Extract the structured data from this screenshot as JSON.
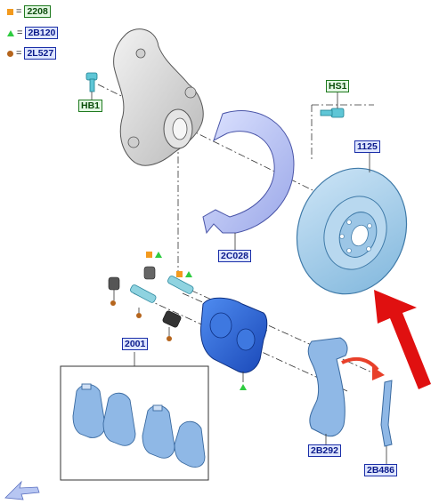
{
  "legend": [
    {
      "symbol": "square-orange-icon",
      "color": "#f39a1e",
      "code": "2208"
    },
    {
      "symbol": "triangle-green-icon",
      "color": "#2ecc40",
      "code": "2B120"
    },
    {
      "symbol": "circle-brown-icon",
      "color": "#b5651d",
      "code": "2L527"
    }
  ],
  "parts": {
    "hub_bolt": "HB1",
    "hub_screw": "HS1",
    "disc": "1125",
    "splash_shield": "2C028",
    "pad_kit": "2001",
    "caliper_bracket": "2B292",
    "spring_clip": "2B486"
  },
  "colors": {
    "part_blue": "#8fb8e6",
    "part_cyan": "#5fc6d6",
    "caliper": "#1f5fd0",
    "knuckle": "#d8d8d8",
    "arrow_red": "#e01010",
    "swing_arrow": "#e8402a",
    "label_border": "#1a2ea8",
    "label_fill": "#dfe6ff"
  }
}
